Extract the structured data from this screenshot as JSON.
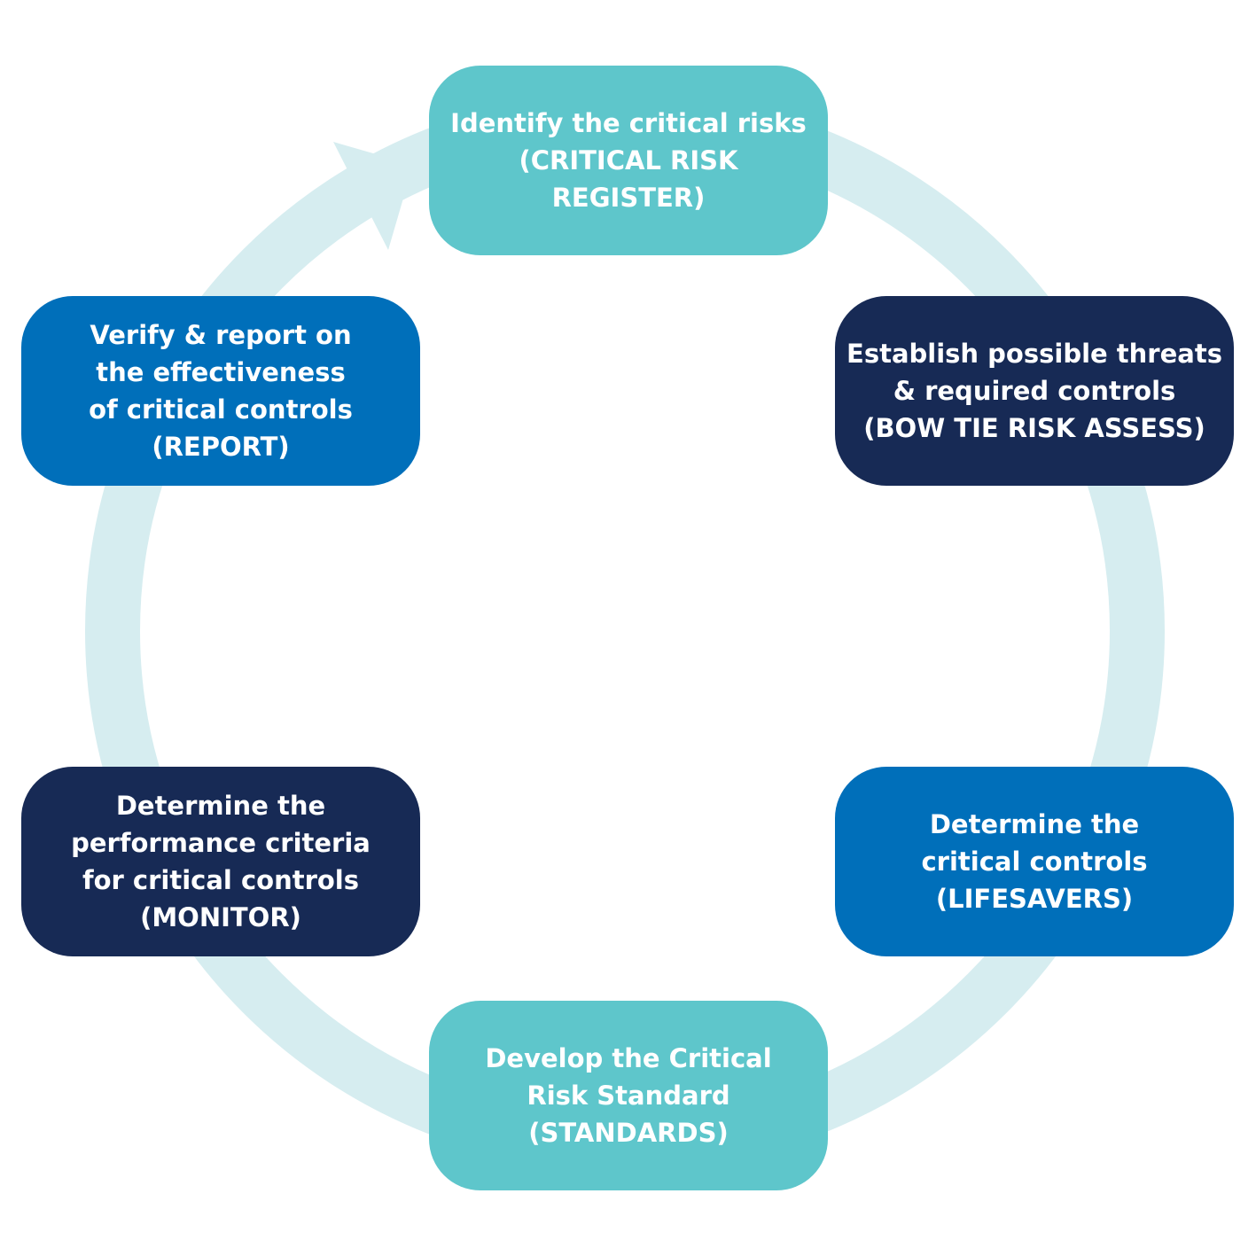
{
  "diagram": {
    "ring_color": "#d6edf0",
    "steps": [
      {
        "id": "identify",
        "color": "#5ec6cb",
        "lines": [
          "Identify the critical risks",
          "(CRITICAL RISK",
          "REGISTER)"
        ]
      },
      {
        "id": "establish",
        "color": "#172a55",
        "lines": [
          "Establish possible threats",
          "& required controls",
          "(BOW TIE RISK ASSESS)"
        ]
      },
      {
        "id": "determine-controls",
        "color": "#006fba",
        "lines": [
          "Determine the",
          "critical controls",
          "(LIFESAVERS)"
        ]
      },
      {
        "id": "develop",
        "color": "#5ec6cb",
        "lines": [
          "Develop the Critical",
          "Risk Standard",
          "(STANDARDS)"
        ]
      },
      {
        "id": "determine-performance",
        "color": "#172a55",
        "lines": [
          "Determine the",
          "performance criteria",
          "for critical controls",
          "(MONITOR)"
        ]
      },
      {
        "id": "verify",
        "color": "#006fba",
        "lines": [
          "Verify & report on",
          "the effectiveness",
          "of critical controls",
          "(REPORT)"
        ]
      }
    ]
  }
}
